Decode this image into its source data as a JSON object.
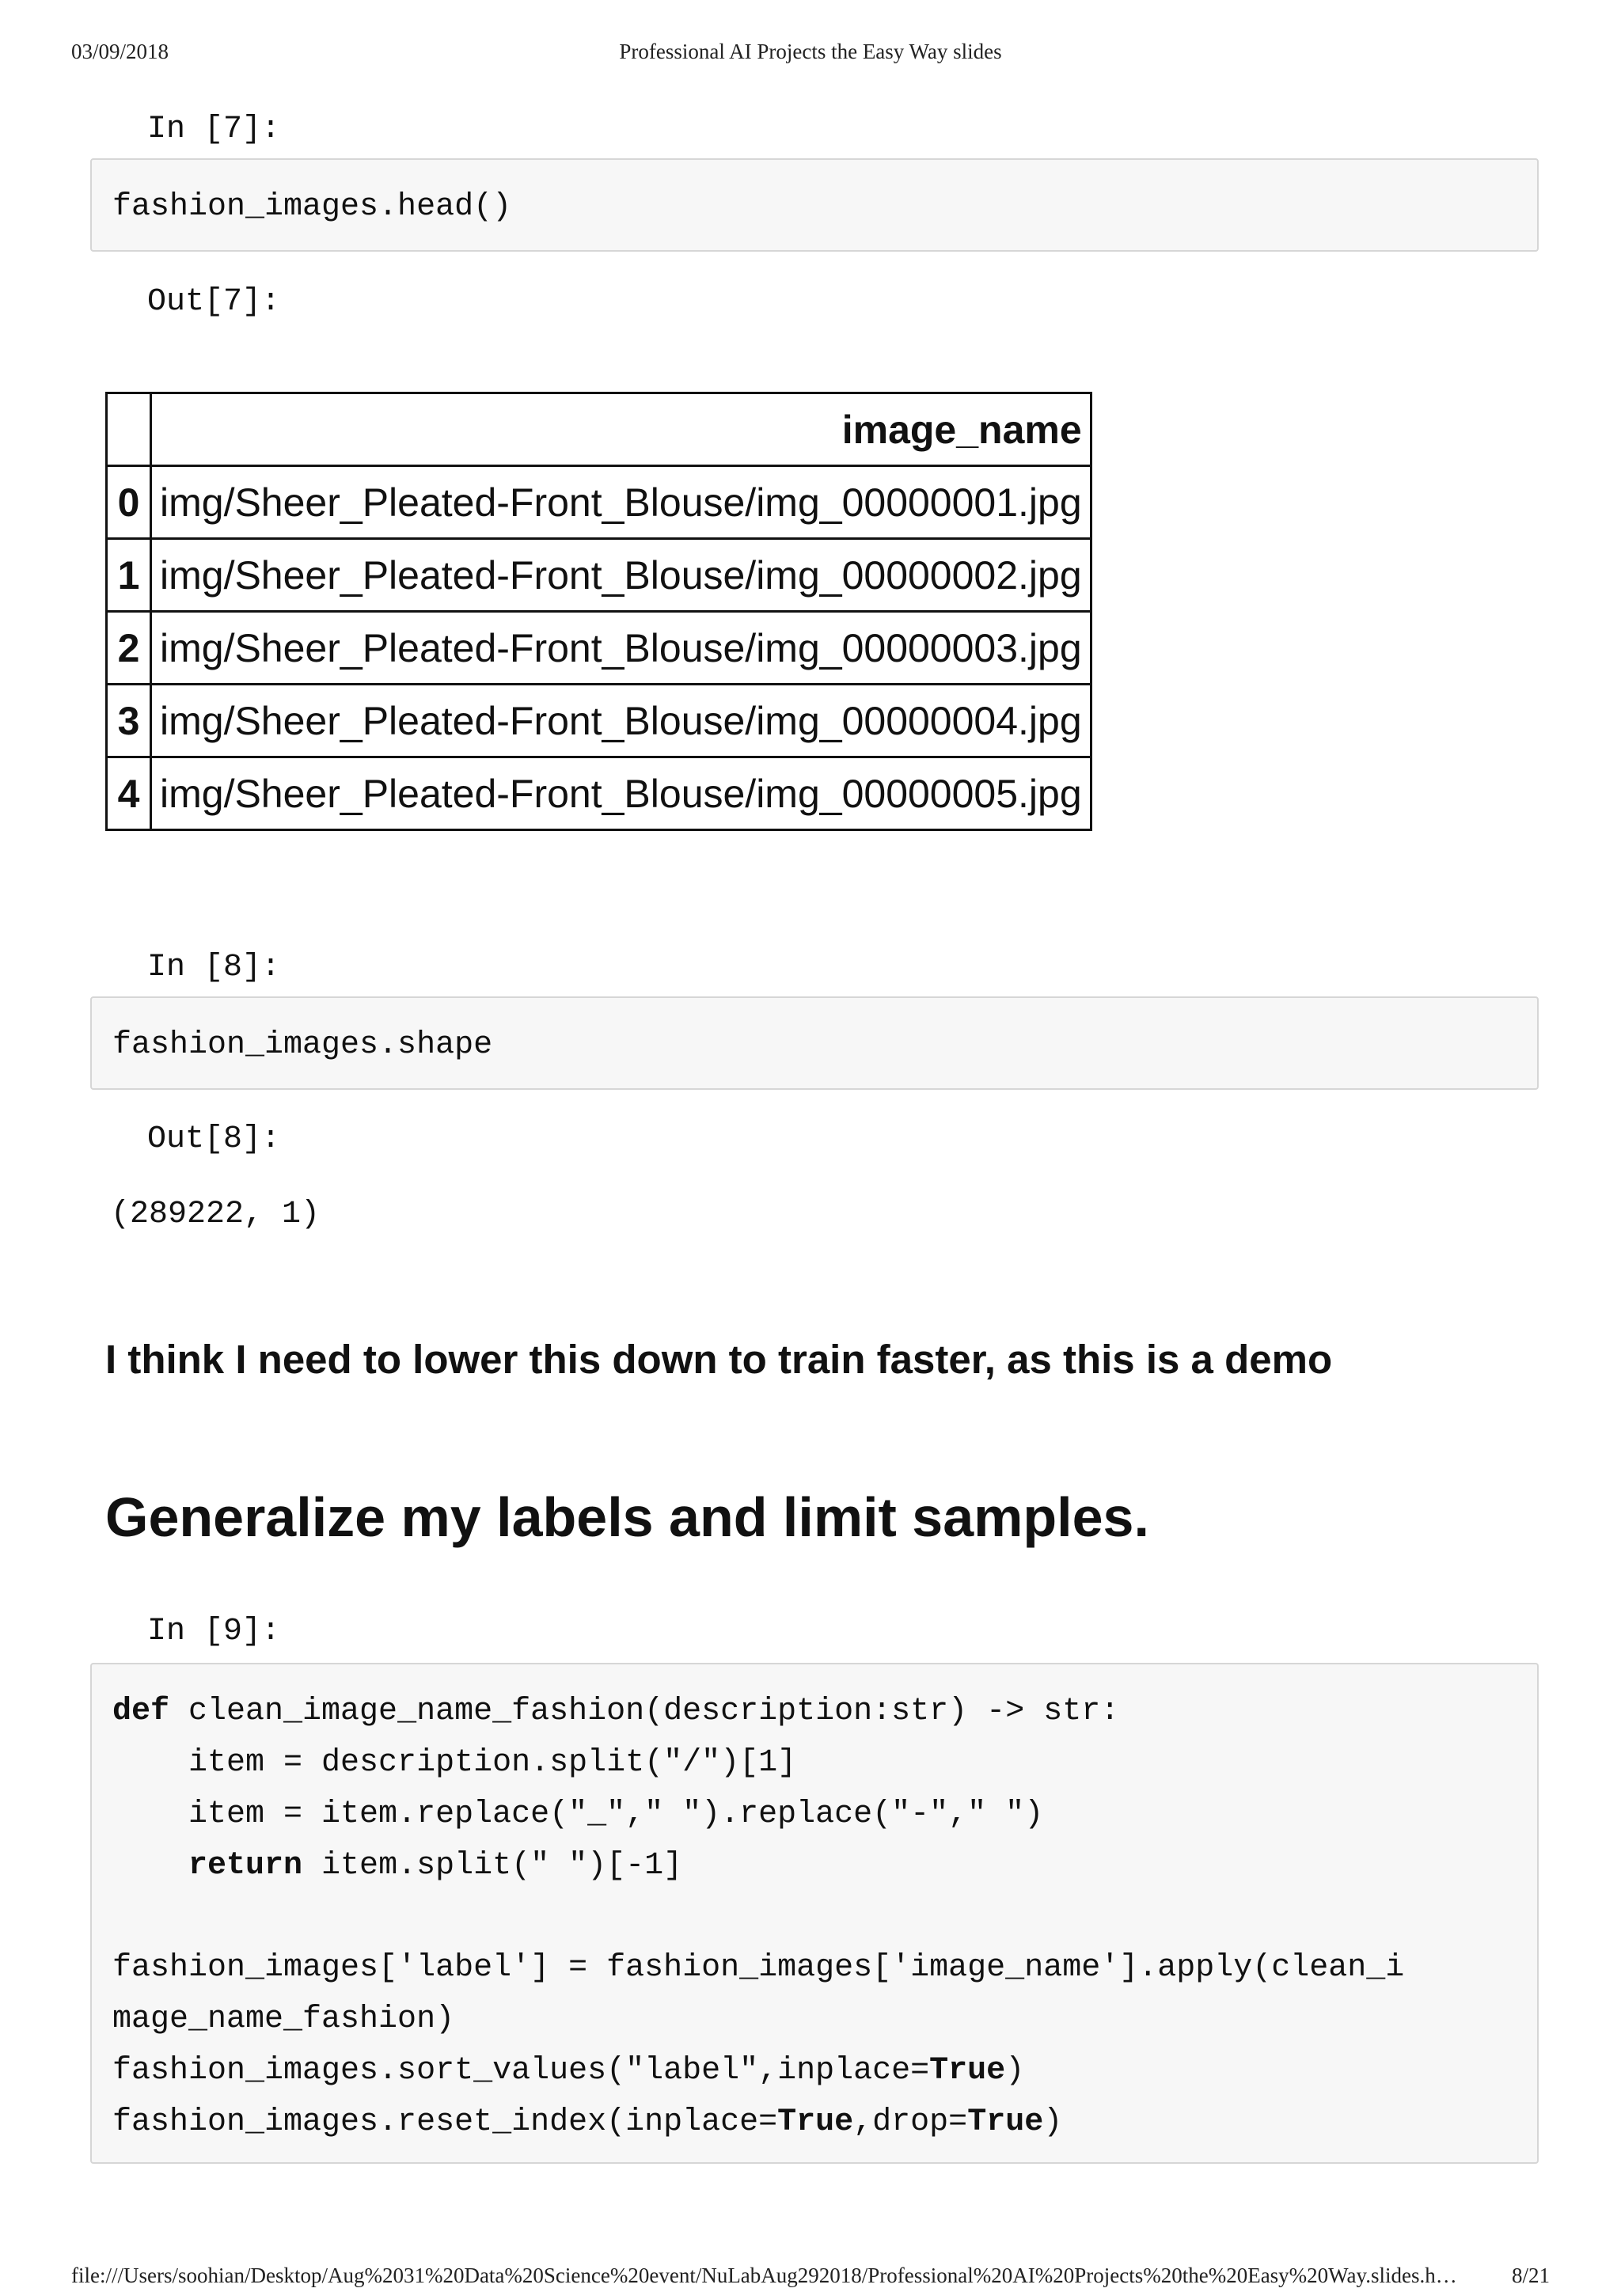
{
  "print_header": {
    "date": "03/09/2018",
    "title": "Professional AI Projects the Easy Way slides"
  },
  "print_footer": {
    "url": "file:///Users/soohian/Desktop/Aug%2031%20Data%20Science%20event/NuLabAug292018/Professional%20AI%20Projects%20the%20Easy%20Way.slides.h…",
    "page": "8/21"
  },
  "cells": {
    "in7": {
      "prompt": "In [7]:",
      "code": "fashion_images.head()"
    },
    "out7": {
      "prompt": "Out[7]:",
      "table": {
        "index_header": "",
        "column_header": "image_name",
        "rows": [
          {
            "index": "0",
            "value": "img/Sheer_Pleated-Front_Blouse/img_00000001.jpg"
          },
          {
            "index": "1",
            "value": "img/Sheer_Pleated-Front_Blouse/img_00000002.jpg"
          },
          {
            "index": "2",
            "value": "img/Sheer_Pleated-Front_Blouse/img_00000003.jpg"
          },
          {
            "index": "3",
            "value": "img/Sheer_Pleated-Front_Blouse/img_00000004.jpg"
          },
          {
            "index": "4",
            "value": "img/Sheer_Pleated-Front_Blouse/img_00000005.jpg"
          }
        ]
      }
    },
    "in8": {
      "prompt": "In [8]:",
      "code": "fashion_images.shape"
    },
    "out8": {
      "prompt": "Out[8]:",
      "text": "(289222, 1)"
    },
    "md_note": "I think I need to lower this down to train faster, as this is a demo",
    "md_heading": "Generalize my labels and limit samples.",
    "in9": {
      "prompt": "In [9]:",
      "lines": {
        "l1_kw": "def",
        "l1_rest": " clean_image_name_fashion(description:str) -> str:",
        "l2": "    item = description.split(\"/\")[1]",
        "l3": "    item = item.replace(\"_\",\" \").replace(\"-\",\" \")",
        "l4_indent": "    ",
        "l4_kw": "return",
        "l4_rest": " item.split(\" \")[-1]",
        "l6": "fashion_images['label'] = fashion_images['image_name'].apply(clean_i",
        "l7": "mage_name_fashion)",
        "l8_a": "fashion_images.sort_values(\"label\",inplace=",
        "l8_kw": "True",
        "l8_b": ")",
        "l9_a": "fashion_images.reset_index(inplace=",
        "l9_kw1": "True",
        "l9_b": ",drop=",
        "l9_kw2": "True",
        "l9_c": ")"
      }
    }
  }
}
